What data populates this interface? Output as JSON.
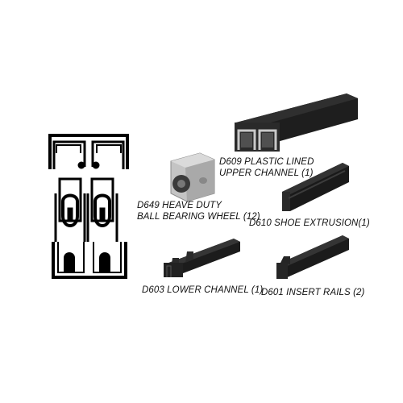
{
  "parts": [
    {
      "id": "upper-channel",
      "lines": [
        "D609 PLASTIC LINED",
        "UPPER CHANNEL (1)"
      ]
    },
    {
      "id": "wheel",
      "lines": [
        "D649 HEAVE DUTY",
        "BALL BEARING WHEEL (12)"
      ]
    },
    {
      "id": "shoe-extrusion",
      "lines": [
        "D610 SHOE EXTRUSION(1)"
      ]
    },
    {
      "id": "lower-channel",
      "lines": [
        "D603 LOWER CHANNEL (1)"
      ]
    },
    {
      "id": "insert-rails",
      "lines": [
        "D601 INSERT RAILS (2)"
      ]
    }
  ],
  "colors": {
    "product_dark": "#1c1c1c",
    "product_mid": "#3a3a3a",
    "wheel_housing": "#b9b9b9",
    "diagram_line": "#000000"
  }
}
